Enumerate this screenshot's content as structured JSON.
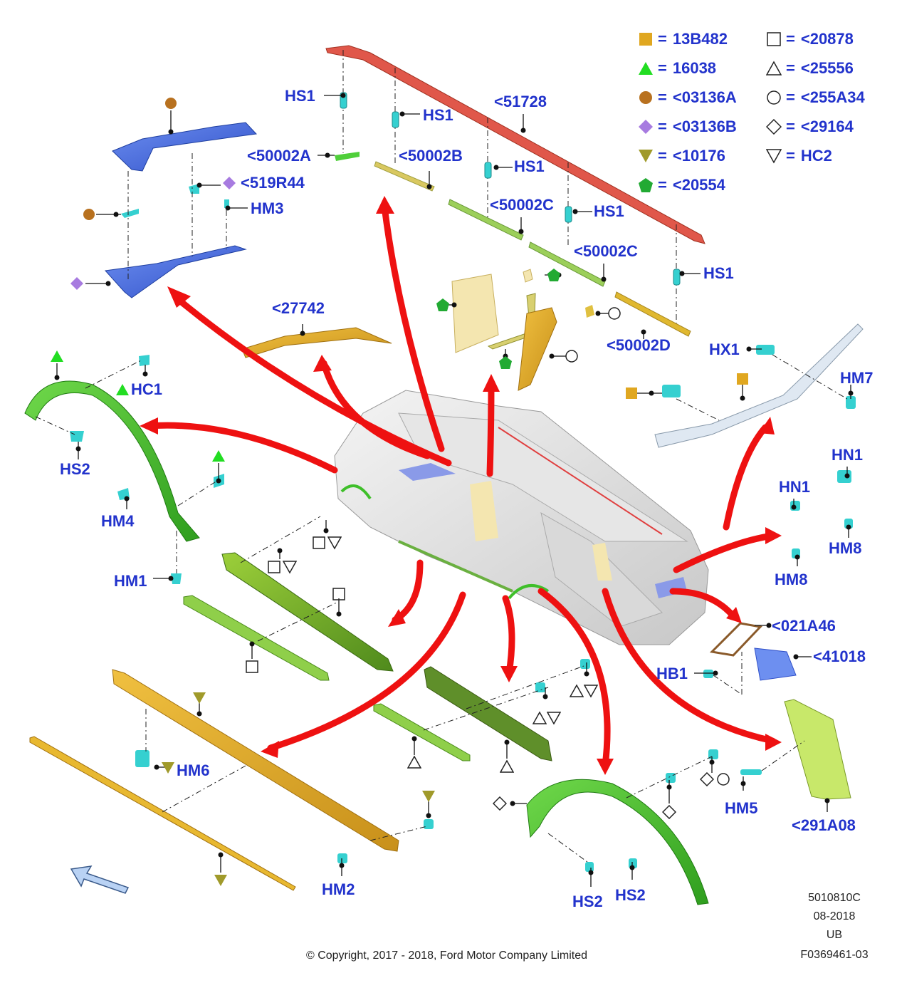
{
  "legend": {
    "items": [
      {
        "symbol": "square-filled-icon",
        "color": "#e0a720",
        "eq": "=",
        "code": "13B482"
      },
      {
        "symbol": "triangle-filled-icon",
        "color": "#22dd22",
        "eq": "=",
        "code": "16038"
      },
      {
        "symbol": "circle-filled-icon",
        "color": "#b8711f",
        "eq": "=",
        "code": "<03136A"
      },
      {
        "symbol": "diamond-filled-icon",
        "color": "#a77be0",
        "eq": "=",
        "code": "<03136B"
      },
      {
        "symbol": "triangle-down-filled-icon",
        "color": "#a09a2a",
        "eq": "=",
        "code": "<10176"
      },
      {
        "symbol": "pentagon-filled-icon",
        "color": "#22aa33",
        "eq": "=",
        "code": "<20554"
      },
      {
        "symbol": "square-outline-icon",
        "color": "#222222",
        "eq": "=",
        "code": "<20878"
      },
      {
        "symbol": "triangle-outline-icon",
        "color": "#222222",
        "eq": "=",
        "code": "<25556"
      },
      {
        "symbol": "circle-outline-icon",
        "color": "#222222",
        "eq": "=",
        "code": "<255A34"
      },
      {
        "symbol": "diamond-outline-icon",
        "color": "#222222",
        "eq": "=",
        "code": "<29164"
      },
      {
        "symbol": "triangle-down-outline-icon",
        "color": "#222222",
        "eq": "=",
        "code": "HC2"
      }
    ]
  },
  "callouts": {
    "hs1_a": "HS1",
    "hs1_b": "HS1",
    "hs1_c": "HS1",
    "hs1_d": "HS1",
    "hs1_e": "HS1",
    "p51728": "<51728",
    "p50002a": "<50002A",
    "p50002b": "<50002B",
    "p50002c_a": "<50002C",
    "p50002c_b": "<50002C",
    "p50002d": "<50002D",
    "p519r44": "<519R44",
    "hm3": "HM3",
    "p27742": "<27742",
    "hx1": "HX1",
    "hm7": "HM7",
    "hc1": "HC1",
    "hs2_a": "HS2",
    "hm4": "HM4",
    "hm1": "HM1",
    "hn1_a": "HN1",
    "hn1_b": "HN1",
    "hm8_a": "HM8",
    "hm8_b": "HM8",
    "p021a46": "<021A46",
    "p41018": "<41018",
    "hb1": "HB1",
    "hm6": "HM6",
    "hm2": "HM2",
    "hm5": "HM5",
    "p291a08": "<291A08",
    "hs2_b": "HS2",
    "hs2_c": "HS2"
  },
  "footer": {
    "copyright": "© Copyright, 2017 - 2018, Ford Motor Company Limited",
    "ref_code": "5010810C",
    "date": "08-2018",
    "region": "UB",
    "figure_id": "F0369461-03"
  },
  "colors": {
    "callout_text": "#2233cc",
    "arrow_red": "#ee1111",
    "molding_green": "#3fbf2a",
    "molding_blue": "#3b5fd8",
    "molding_gold": "#d8a020",
    "roof_red": "#e0574a"
  }
}
